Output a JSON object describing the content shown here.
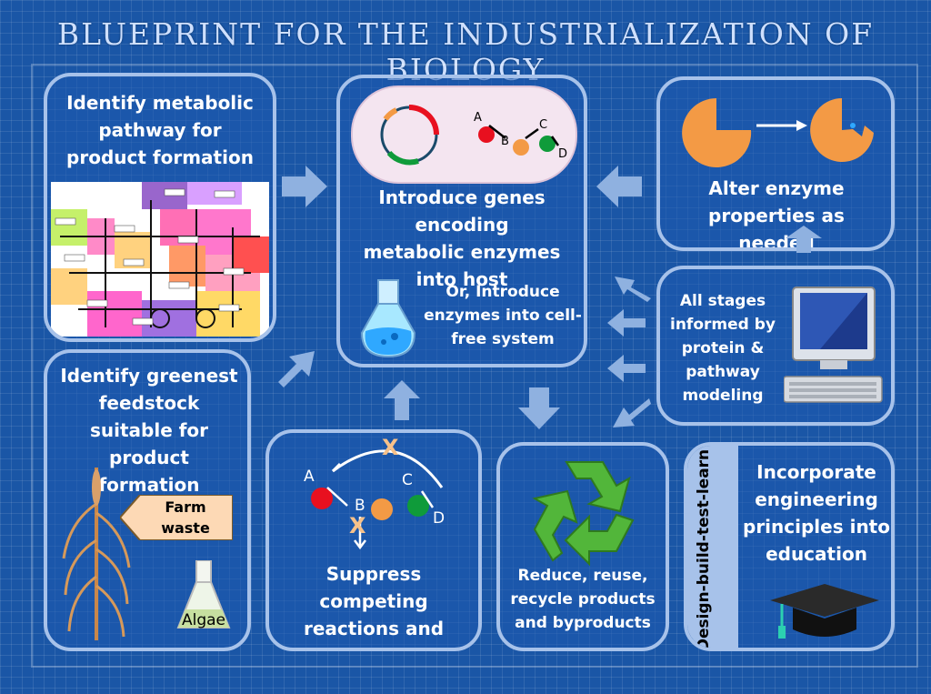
{
  "title": "BLUEPRINT FOR THE INDUSTRIALIZATION OF BIOLOGY",
  "boxes": {
    "pathway": "Identify metabolic pathway for product formation",
    "introduce_genes": "Introduce genes encoding metabolic enzymes into host",
    "cell_free": "Or, Introduce enzymes into cell-free system",
    "alter_enzyme": "Alter enzyme properties as needed",
    "modeling": "All stages informed by protein & pathway modeling",
    "feedstock": "Identify greenest feedstock suitable for product formation",
    "suppress": "Suppress competing reactions and feedback controls",
    "recycle": "Reduce, reuse, recycle products and byproducts",
    "education": "Incorporate engineering principles into education",
    "dbtl": "Design-build-test-learn"
  },
  "labels": {
    "farm_waste": "Farm waste",
    "algae": "Algae",
    "a": "A",
    "b": "B",
    "c": "C",
    "d": "D",
    "x": "X"
  },
  "colors": {
    "box_border": "#a7c2ea",
    "orange": "#f39a45",
    "red": "#e8101f",
    "green": "#0f9b3a",
    "arrow": "#8fb1e0"
  }
}
